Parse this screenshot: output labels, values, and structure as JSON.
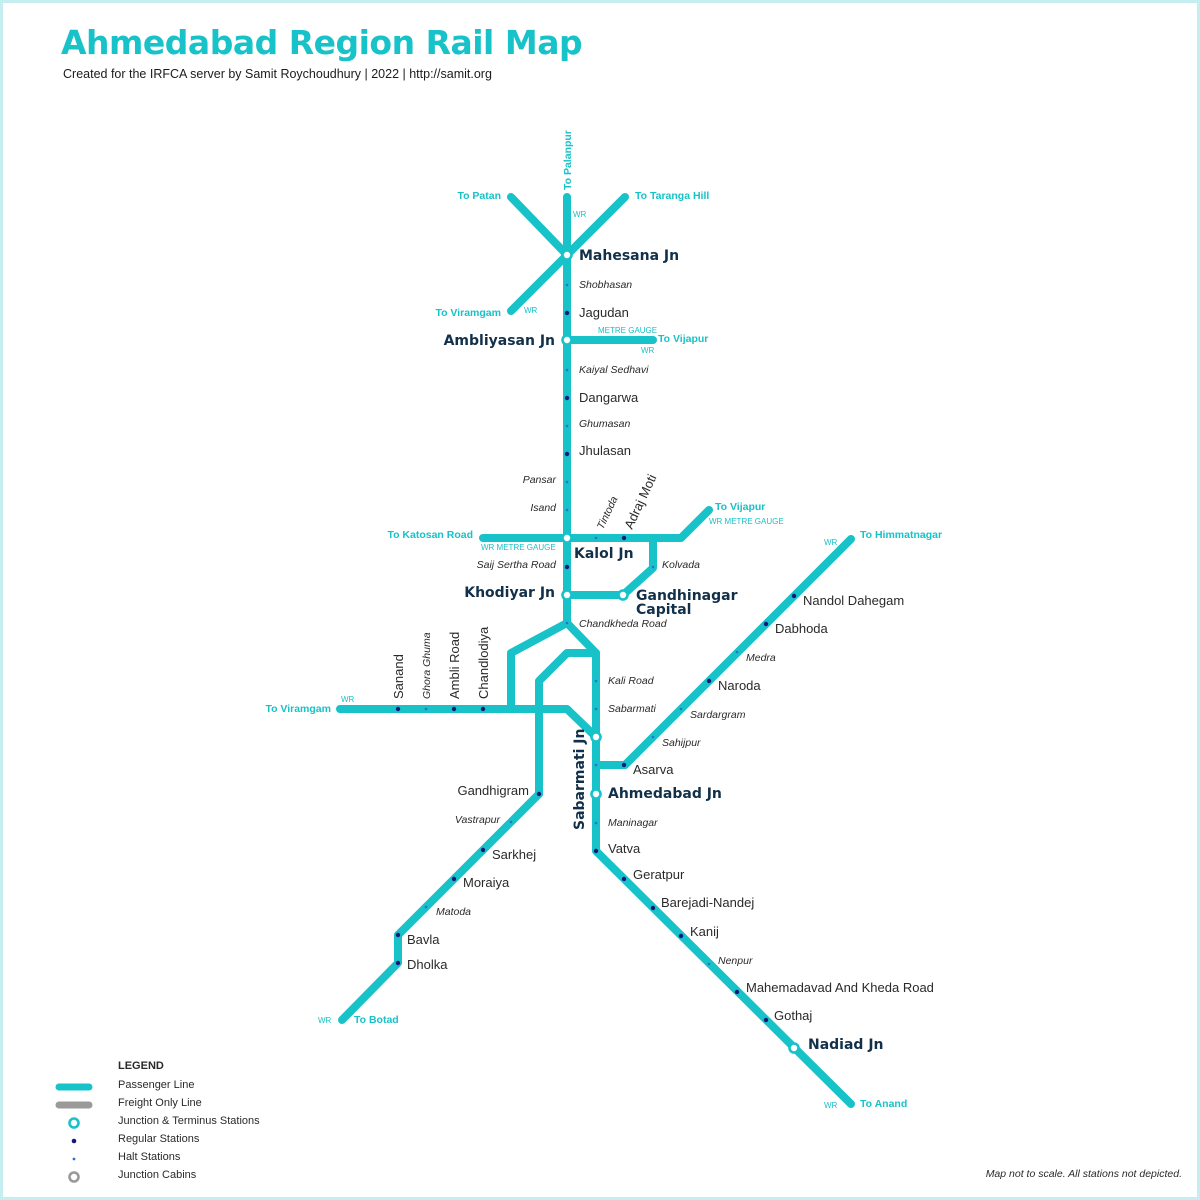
{
  "header": {
    "title": "Ahmedabad Region Rail Map",
    "subtitle": "Created for the IRFCA server by Samit Roychoudhury | 2022 | http://samit.org"
  },
  "map_labels": {
    "junctions": {
      "mahesana": "Mahesana Jn",
      "ambliyasan": "Ambliyasan Jn",
      "kalol": "Kalol Jn",
      "khodiyar": "Khodiyar Jn",
      "gandhinagar_line1": "Gandhinagar",
      "gandhinagar_line2": "Capital",
      "sabarmati": "Sabarmati Jn",
      "ahmedabad": "Ahmedabad Jn",
      "nadiad": "Nadiad Jn"
    },
    "regular_stations": {
      "jagudan": "Jagudan",
      "dangarwa": "Dangarwa",
      "jhulasan": "Jhulasan",
      "adraj_moti": "Adraj Moti",
      "nandol_dahegam": "Nandol Dahegam",
      "dabhoda": "Dabhoda",
      "naroda": "Naroda",
      "asarva": "Asarva",
      "sanand": "Sanand",
      "ambli_road": "Ambli Road",
      "chandlodiya": "Chandlodiya",
      "gandhigram": "Gandhigram",
      "sarkhej": "Sarkhej",
      "moraiya": "Moraiya",
      "bavla": "Bavla",
      "dholka": "Dholka",
      "vatva": "Vatva",
      "geratpur": "Geratpur",
      "barejadi_nandej": "Barejadi-Nandej",
      "kanij": "Kanij",
      "mahemadavad": "Mahemadavad And Kheda Road",
      "gothaj": "Gothaj"
    },
    "halt_stations": {
      "shobhasan": "Shobhasan",
      "kaiyal_sedhavi": "Kaiyal Sedhavi",
      "ghumasan": "Ghumasan",
      "pansar": "Pansar",
      "isand": "Isand",
      "tintoda": "Tintoda",
      "saij_sertha_road": "Saij Sertha Road",
      "kolvada": "Kolvada",
      "chandkheda_road": "Chandkheda Road",
      "medra": "Medra",
      "sardargram": "Sardargram",
      "sahijpur": "Sahijpur",
      "kali_road": "Kali Road",
      "sabarmati": "Sabarmati",
      "ghora_ghuma": "Ghora Ghuma",
      "vastrapur": "Vastrapur",
      "matoda": "Matoda",
      "maninagar": "Maninagar",
      "nenpur": "Nenpur"
    },
    "destinations": {
      "palanpur": "To Palanpur",
      "patan": "To Patan",
      "taranga_hill": "To Taranga Hill",
      "viramgam_north": "To Viramgam",
      "vijapur_ambliyasan": "To Vijapur",
      "vijapur_kalol": "To Vijapur",
      "katosan_road": "To Katosan Road",
      "himmatnagar": "To Himmatnagar",
      "viramgam_west": "To Viramgam",
      "botad": "To Botad",
      "anand": "To Anand"
    },
    "tags": {
      "wr": "WR",
      "metre_gauge": "METRE GAUGE",
      "wr_metre_gauge": "WR  METRE GAUGE"
    }
  },
  "legend": {
    "title": "LEGEND",
    "items": [
      {
        "key": "passenger",
        "label": "Passenger Line",
        "color": "#17c2c8"
      },
      {
        "key": "freight",
        "label": "Freight Only Line",
        "color": "#9a9a9a"
      },
      {
        "key": "junction",
        "label": "Junction & Terminus Stations",
        "color": "#17c2c8"
      },
      {
        "key": "regular",
        "label": "Regular Stations",
        "color": "#14187a"
      },
      {
        "key": "halt",
        "label": "Halt Stations",
        "color": "#2e6fd1"
      },
      {
        "key": "cabin",
        "label": "Junction Cabins",
        "color": "#9a9a9a"
      }
    ]
  },
  "footer": {
    "disclaimer": "Map not to scale. All stations not depicted."
  },
  "colors": {
    "accent": "#17c2c8",
    "junction_label": "#123049",
    "regular_station": "#14187a",
    "halt_station": "#2e6fd1",
    "freight_line": "#9a9a9a"
  }
}
